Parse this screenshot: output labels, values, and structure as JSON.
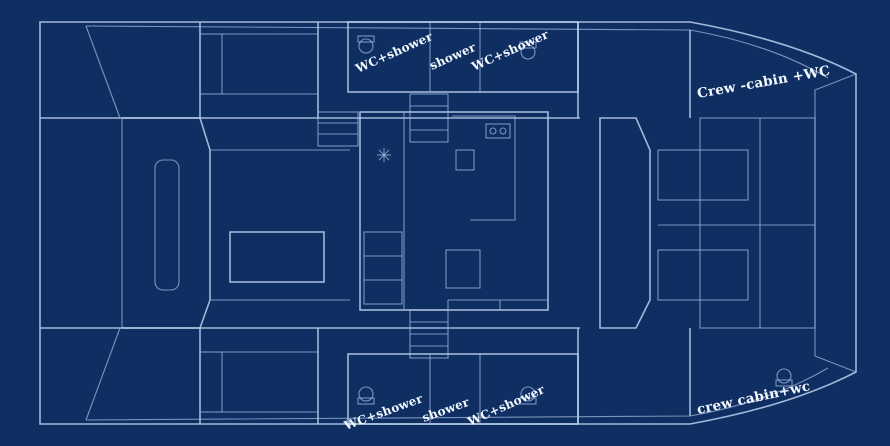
{
  "labels": {
    "top_wc_shower_left": "WC+shower",
    "top_shower": "shower",
    "top_wc_shower_right": "WC+shower",
    "crew_cabin_top": "Crew -cabin +WC",
    "bottom_wc_shower_left": "WC+shower",
    "bottom_shower": "shower",
    "bottom_wc_shower_right": "WC+shower",
    "crew_cabin_bottom": "crew cabin+wc"
  },
  "colors": {
    "background": "#0f2f63",
    "lines": "#bcd0ec",
    "label_text": "#f4f8ff"
  },
  "icons": [
    "snowflake-icon",
    "toilet-icon",
    "stove-icon",
    "sink-icon"
  ]
}
